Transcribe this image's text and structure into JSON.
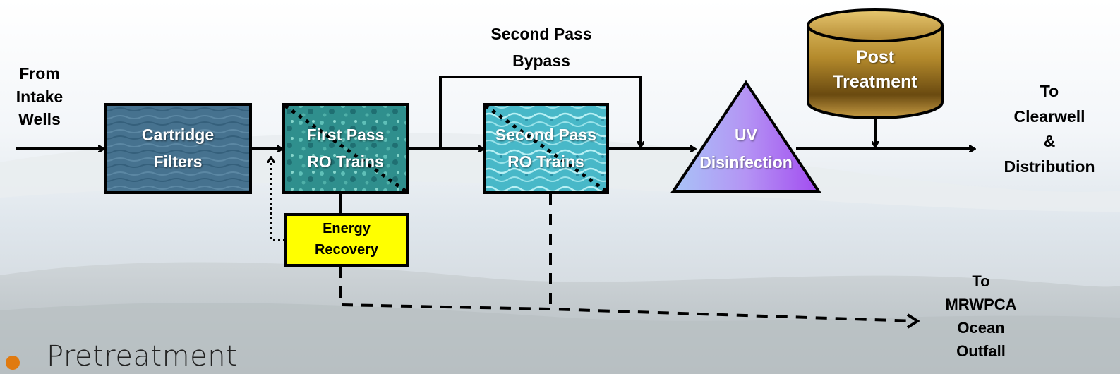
{
  "sources": {
    "intake": "From\nIntake\nWells"
  },
  "process": {
    "cartridge_filters": "Cartridge\nFilters",
    "first_pass": "First Pass\nRO Trains",
    "energy_recovery": "Energy\nRecovery",
    "second_pass": "Second Pass\nRO Trains",
    "second_pass_bypass": "Second Pass\nBypass",
    "uv": "UV\nDisinfection",
    "post_treatment": "Post\nTreatment"
  },
  "outlets": {
    "clearwell": "To\nClearwell\n&\nDistribution",
    "outfall": "To\nMRWPCA\nOcean\nOutfall"
  },
  "slide": {
    "bullet": "Pretreatment"
  },
  "colors": {
    "energy_recovery_fill": "#ffff00",
    "bullet_accent": "#e07a10",
    "uv_gradient_start": "#9fb6f3",
    "uv_gradient_end": "#a24cf0",
    "tank_gold": "#b48a2c",
    "cartridge_water": "#3f6f8e",
    "ro_water": "#2f9a98"
  },
  "icons": {
    "post_treatment": "cylinder-tank-icon",
    "uv": "triangle-icon"
  }
}
